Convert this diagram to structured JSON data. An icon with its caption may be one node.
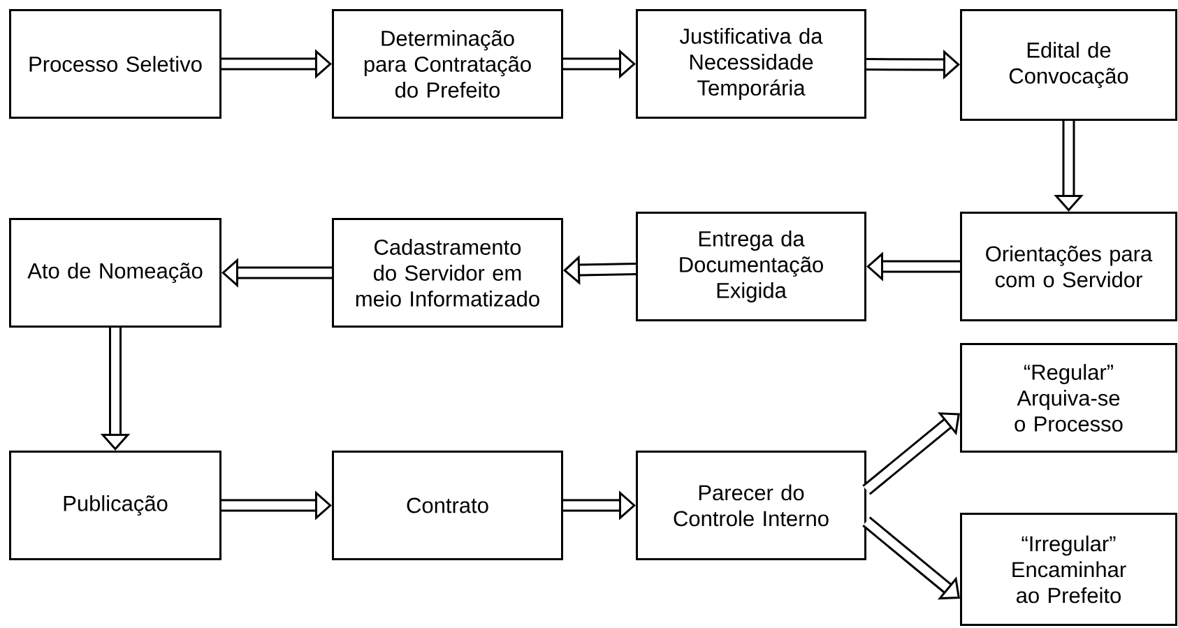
{
  "diagram": {
    "nodes": [
      {
        "text": [
          "Processo Seletivo"
        ]
      },
      {
        "text": [
          "Determinação para Contratação do Prefeito"
        ]
      },
      {
        "text": [
          "Justificativa da Necessidade Temporária"
        ]
      },
      {
        "text": [
          "Edital de Convocação"
        ]
      },
      {
        "text": [
          "Orientações para com o Servidor"
        ]
      },
      {
        "text": [
          "Entrega da Documentação Exigida"
        ]
      },
      {
        "text": [
          "Cadastramento do Servidor em meio Informatizado"
        ]
      },
      {
        "text": [
          "Ato de Nomeação"
        ]
      },
      {
        "text": [
          "Publicação"
        ]
      },
      {
        "text": [
          "Contrato"
        ]
      },
      {
        "text": [
          "Parecer do Controle Interno"
        ]
      },
      {
        "text": [
          "“Regular” Arquiva-se o Processo"
        ]
      },
      {
        "text": [
          "“Irregular” Encaminhar ao Prefeito"
        ]
      }
    ],
    "edges": [
      {
        "from": 0,
        "to": 1,
        "arrow": "to"
      },
      {
        "from": 1,
        "to": 2,
        "arrow": "to"
      },
      {
        "from": 2,
        "to": 3,
        "arrow": "to"
      },
      {
        "from": 3,
        "to": 4,
        "arrow": "to"
      },
      {
        "from": 4,
        "to": 5,
        "arrow": "to"
      },
      {
        "from": 5,
        "to": 6,
        "arrow": "to"
      },
      {
        "from": 6,
        "to": 7,
        "arrow": "to"
      },
      {
        "from": 7,
        "to": 8,
        "arrow": "to"
      },
      {
        "from": 8,
        "to": 9,
        "arrow": "to"
      },
      {
        "from": 9,
        "to": 10,
        "arrow": "to"
      },
      {
        "from": 10,
        "to": 11,
        "arrow": "to"
      },
      {
        "from": 10,
        "to": 12,
        "arrow": "to"
      }
    ]
  }
}
